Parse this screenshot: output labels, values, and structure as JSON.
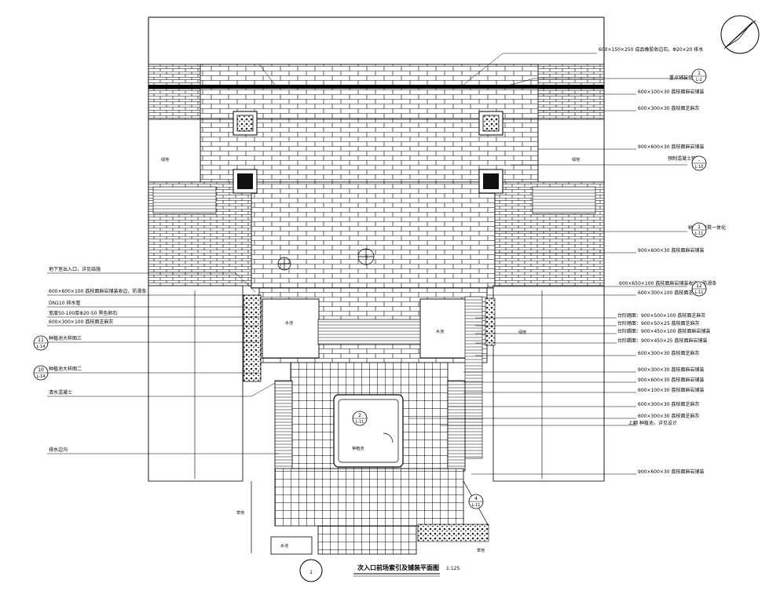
{
  "drawing": {
    "title": "次入口前场索引及铺装平面图",
    "scale": "1:125",
    "view_number": "1"
  },
  "callouts_right": [
    "600×150×250 成品橡胶收边石，Φ20×20 排水",
    "重点铺装处理",
    "600×100×30 荔枝面麻岩铺装",
    "600×300×30 荔枝面芝麻灰",
    "900×600×30 荔枝面麻岩铺装",
    "预制混凝土弧墙",
    "树池及座凳一体化",
    "900×600×30 荔枝面麻岩铺装",
    "600×650×100 荔枝面麻岩铺装收边，防滑条",
    "600×300×100 荔枝面芝麻灰",
    "台阶踏面：900×500×100 荔枝面芝麻灰",
    "台阶踏面：900×50×25 荔枝面芝麻灰",
    "台阶踢面：900×450×100 荔枝面麻岩铺装",
    "台阶踢面：900×450×25 荔枝面麻岩铺装",
    "600×300×30 荔枝面芝麻灰",
    "900×300×30 荔枝面麻岩铺装",
    "900×600×30 荔枝面麻岩铺装",
    "600×100×30 荔枝面麻岩铺装",
    "600×300×30 荔枝面芝麻灰",
    "600×300×30 荔枝面芝麻灰",
    "上翻 种植池，详见设计",
    "900×600×30 荔枝面麻岩铺装"
  ],
  "callouts_left": [
    "地下室出入口，详见结施",
    "600×600×100 荔枝面麻岩铺装收边，防滑条",
    "DN110 排水管",
    "宽度50-100厚Φ20-50 黑色卵石",
    "600×300×100 荔枝面芝麻灰",
    "种植池大样图三",
    "种植池大样图二",
    "清水混凝土",
    "排水边沟"
  ],
  "section_bubbles": [
    {
      "num": "1",
      "ref": "L-2"
    },
    {
      "num": "-",
      "ref": "L-10"
    },
    {
      "num": "1",
      "ref": "L-11"
    },
    {
      "num": "12",
      "ref": "L-11"
    },
    {
      "num": "11",
      "ref": "L-14"
    },
    {
      "num": "10",
      "ref": "L-14"
    },
    {
      "num": "2",
      "ref": "L-11"
    },
    {
      "num": "4",
      "ref": "L-11"
    }
  ],
  "room_labels": {
    "ne_upper": "绿地",
    "nw_upper": "绿地",
    "west_room": "水池",
    "east_room": "水池",
    "east_big": "绿地",
    "center_plaza": "种植池",
    "south_west": "草地",
    "south_box": "水池",
    "south_east": "草地"
  }
}
